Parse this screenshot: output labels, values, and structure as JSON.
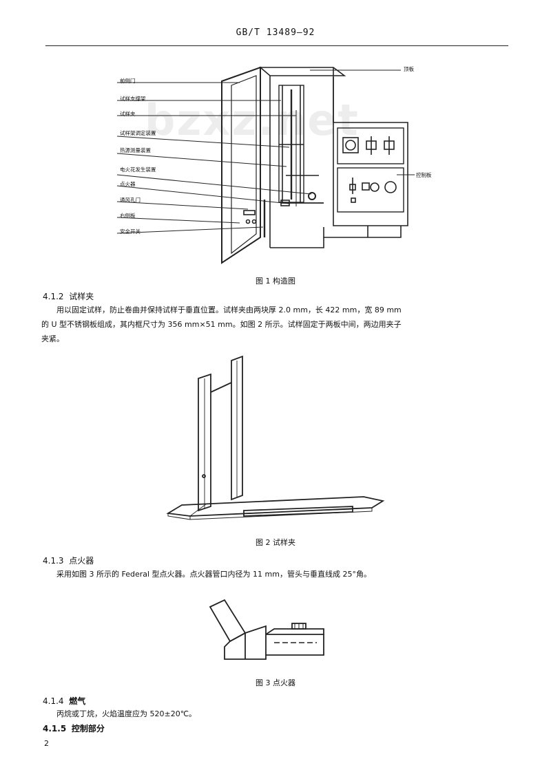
{
  "header": {
    "standard_no": "GB/T 13489—92"
  },
  "watermark": "bzxz.net",
  "figure1": {
    "labels": [
      "前侧门",
      "试样支撑架",
      "试样夹",
      "试样架调定装置",
      "热源测量装置",
      "电火花发生装置",
      "点火器",
      "通风孔门",
      "右侧板",
      "安全开关"
    ],
    "right_labels": {
      "top_panel": "顶板",
      "control_panel": "控制板"
    },
    "caption": "图 1  构造图"
  },
  "sections": {
    "s412": {
      "number": "4.1.2",
      "title": "试样夹",
      "line1": "用以固定试样，防止卷曲并保持试样于垂直位置。试样夹由两块厚 2.0 mm，长 422 mm，宽 89 mm",
      "line2": "的 U 型不锈钢板组成，其内框尺寸为 356 mm×51 mm。如图 2 所示。试样固定于两板中间，两边用夹子",
      "line3": "夹紧。"
    },
    "s413": {
      "number": "4.1.3",
      "title": "点火器",
      "line1": "采用如图 3 所示的 Federal 型点火器。点火器管口内径为 11 mm，管头与垂直线成 25°角。"
    },
    "s414": {
      "number": "4.1.4",
      "title": "燃气",
      "line1": "丙烷或丁烷，火焰温度应为 520±20℃。"
    },
    "s415": {
      "number": "4.1.5",
      "title": "控制部分"
    }
  },
  "figure2": {
    "caption": "图 2  试样夹"
  },
  "figure3": {
    "caption": "图 3  点火器"
  },
  "page_number": "2"
}
